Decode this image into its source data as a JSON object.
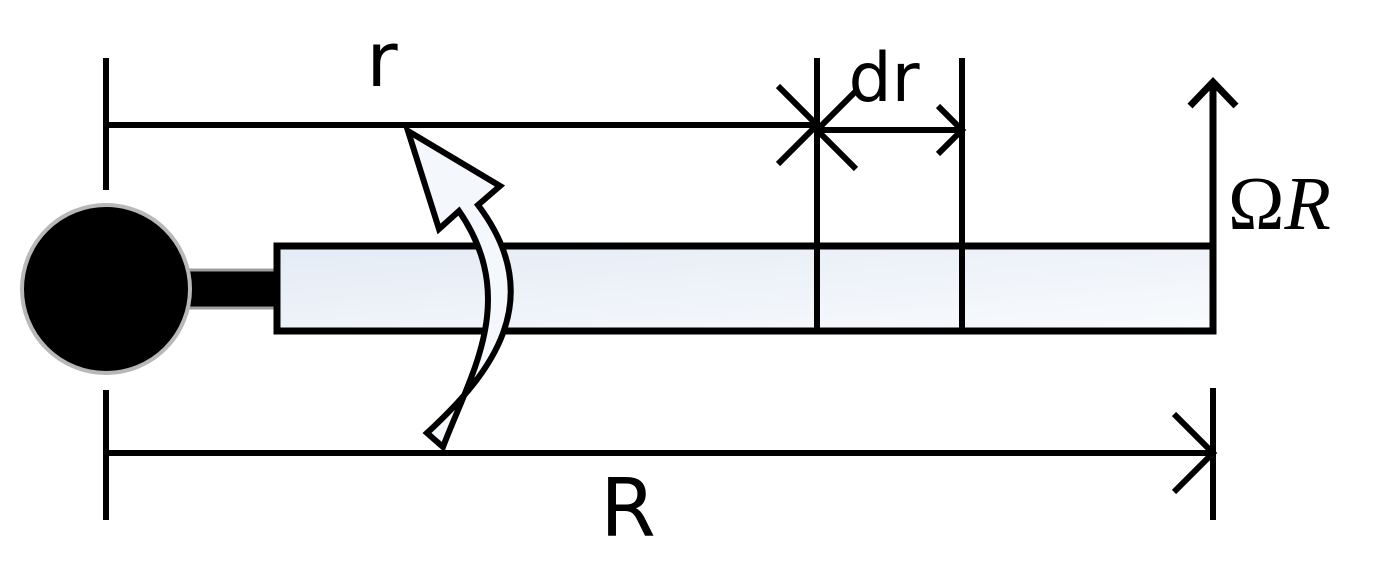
{
  "labels": {
    "radius_position": "r",
    "element_width": "dr",
    "blade_radius": "R",
    "tip_speed_symbol": "Ω",
    "tip_speed_variable": "R"
  },
  "colors": {
    "ink": "#000000",
    "hub_outline": "#b8b8b8",
    "hub_shaft_outline": "#9c9c9c",
    "blade_fill_start": "#e4ebf5",
    "blade_fill_end": "#f9fbfd",
    "rotation_arrow_fill": "#f4f7fb",
    "background": "#ffffff"
  },
  "icons": {
    "rotation": "curved-rotation-arrow",
    "hub": "filled-circle-hub",
    "tip_velocity": "upward-arrow"
  }
}
